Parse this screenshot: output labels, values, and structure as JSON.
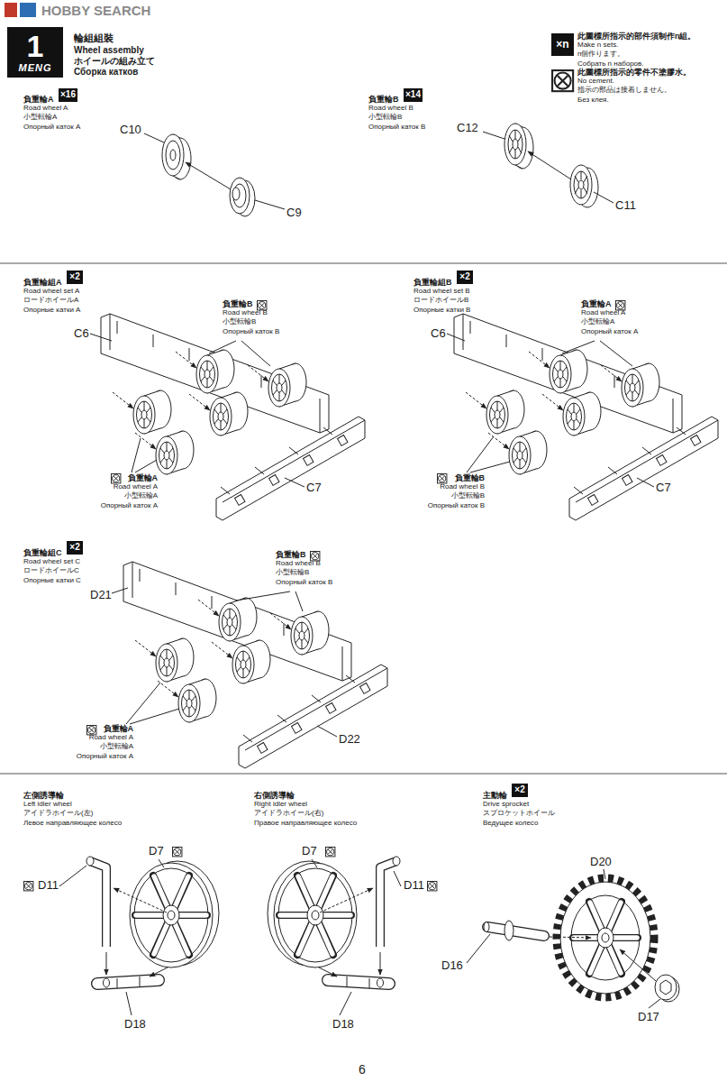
{
  "diagram": {
    "title": "輪組組裝",
    "nodes": [
      {
        "text": [
          "1",
          "MENG"
        ]
      },
      {
        "text": [
          "×n"
        ]
      },
      {
        "text": [
          "×16"
        ]
      },
      {
        "text": [
          "×14"
        ]
      },
      {
        "text": [
          "×2"
        ]
      },
      {
        "text": [
          "×2"
        ]
      },
      {
        "text": [
          "×2"
        ]
      },
      {
        "text": [
          "×2"
        ]
      }
    ],
    "labels": [
      "HOBBY SEARCH",
      "Wheel assembly",
      "ホイールの組み立て",
      "Сборка катков",
      "此圖標所指示的部件須制作n組。",
      "Make n sets.",
      "n個作ります。",
      "Собрать n наборов.",
      "此圖標所指示的零件不塗膠水。",
      "No cement.",
      "指示の部品は接着しません。",
      "Без клея.",
      "負重輪A",
      "Road wheel A",
      "小型転輪A",
      "Опорный каток A",
      "C10",
      "C9",
      "負重輪B",
      "Road wheel B",
      "小型転輪B",
      "Опорный каток B",
      "C12",
      "C11",
      "負重輪組A",
      "Road wheel set A",
      "ロードホイールA",
      "Опорные катки A",
      "C6",
      "負重輪B",
      "Road wheel B",
      "小型転輪B",
      "Опорный каток B",
      "C7",
      "負重輪A",
      "Road wheel A",
      "小型転輪A",
      "Опорный каток A",
      "負重輪組B",
      "Road wheel set B",
      "ロードホイールB",
      "Опорные катки B",
      "C6",
      "負重輪A",
      "Road wheel A",
      "小型転輪A",
      "Опорный каток A",
      "C7",
      "負重輪B",
      "Road wheel B",
      "小型転輪B",
      "Опорный каток B",
      "負重輪組C",
      "Road wheel set C",
      "ロードホイールC",
      "Опорные катки C",
      "D21",
      "負重輪B",
      "Road wheel B",
      "小型転輪B",
      "Опорный каток B",
      "D22",
      "負重輪A",
      "Road wheel A",
      "小型転輪A",
      "Опорный каток A",
      "左側誘導輪",
      "Left idler wheel",
      "アイドラホイール(左)",
      "Левое направляющее колесо",
      "D7",
      "D11",
      "D18",
      "右側誘導輪",
      "Right idler wheel",
      "アイドラホイール(右)",
      "Правое направляющее колесо",
      "D7",
      "D11",
      "D18",
      "主動輪",
      "Drive sprocket",
      "スプロケットホイール",
      "Ведущее колесо",
      "D20",
      "D16",
      "D17",
      "6"
    ]
  }
}
